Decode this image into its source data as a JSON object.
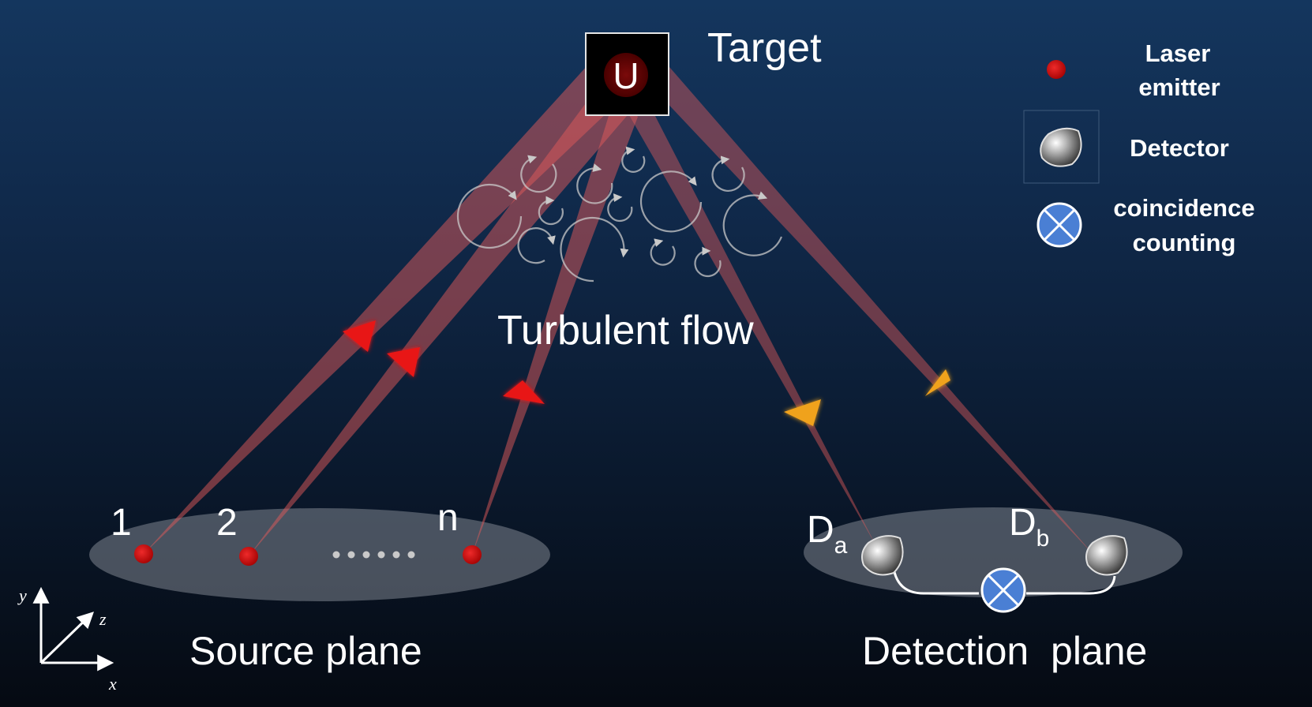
{
  "labels": {
    "target": "Target",
    "target_symbol": "U",
    "turbulent_flow": "Turbulent flow",
    "source_plane": "Source plane",
    "detection_plane": "Detection  plane",
    "emitter_1": "1",
    "emitter_2": "2",
    "emitter_n": "n",
    "detector_a_base": "D",
    "detector_a_sub": "a",
    "detector_b_base": "D",
    "detector_b_sub": "b"
  },
  "legend": {
    "laser_emitter_line1": "Laser",
    "laser_emitter_line2": "emitter",
    "detector": "Detector",
    "coincidence_line1": "coincidence",
    "coincidence_line2": "counting"
  },
  "axes": {
    "x": "x",
    "y": "y",
    "z": "z"
  },
  "colors": {
    "laser_red": "#cc0a0a",
    "beam": "#e05a5a",
    "return_arrow": "#f0a21e",
    "coincidence_blue": "#4a7fd4",
    "plane_fill": "#8a8f99"
  }
}
